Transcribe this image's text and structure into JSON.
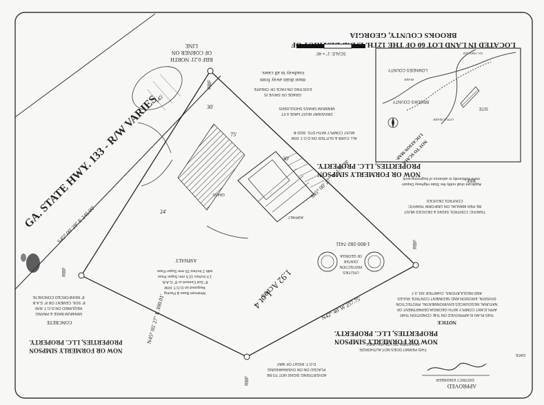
{
  "location": {
    "title_line1": "LOCATED IN LAND LOT 60 OF THE 12TH. LAND DISTRICT OF",
    "title_line2": "BROOKS COUNTY, GEORGIA"
  },
  "scale_bar": {
    "label": "SCALE: 1\" = 40'"
  },
  "vicinity_map": {
    "label_line1": "LOCATION MAP-",
    "label_line2": "NOT TO SCALE",
    "lowndes": "LOWNDES COUNTY",
    "brooks": "BROOKS COUNTY",
    "site": "SITE",
    "river1": "LITTLE RIVER",
    "river2": "RIVER",
    "road": "GA. HWY 133"
  },
  "highway": {
    "label": "GA. STATE HWY. 133 - R/W VARIES"
  },
  "parcel": {
    "lot": "Lot 4",
    "acres": "1.92 Acres",
    "bearing_left": "S45° 00' 29\" E 245.00'",
    "bearing_right": "S45° 00' 27\" W 178.38'",
    "bearing_bottom": "N42° 40' W 257.75'",
    "bearing_bottom_left": "N45° 05' 27\" E 300.01'",
    "dim_30_a": "30'",
    "dim_30_b": "30'",
    "dim_24": "24'",
    "dim_75": "75'",
    "dim_145": "145'",
    "asphalt": "ASPHALT",
    "grass": "GRASS"
  },
  "rbf": {
    "label": "RBF",
    "note_line1": "RBF 0.21' NORTH",
    "note_line2": "OF CORNER ON",
    "note_line3": "LINE"
  },
  "owners": {
    "right_line1": "NOW OR FORMERLY SIMPSON",
    "right_line2": "PROPERTIES, LLC. PROPERTY.",
    "bottom_line1": "NOW OR FORMERLY SIMPSON",
    "bottom_line2": "PROPERTIES, LLC. PROPERTY.",
    "left_line1": "NOW OR FORMERLY SIMPSON",
    "left_line2": "PROPERTIES, LLC. PROPERTY."
  },
  "notes": {
    "grade_line1": "GRADE OF DRIVE IS",
    "grade_line2": "EXISTING ON FACE OF CREATE",
    "grade_line3": "must drain away from",
    "grade_line4": "roadway in all cases.",
    "curb_line1": "ALL CURB & GUTTER ON D.O.T. R/W",
    "curb_line2": "MUST COMPLY WITH STD. 9032-B",
    "driveway_line1": "DRIVEWAY MUST HAVE 6 FT",
    "driveway_line2": "MINIMUM GRASS SHOULDERS",
    "paving_line1": "Minimum Base & Paving",
    "paving_line2": "Required on D.O.T. R/W",
    "paving_line3": "8\" Soil Cement or 8\" G.A.B.",
    "paving_line4": "1.5 Inches 12.5 mm Super Pave",
    "paving_line5": "with 2 Inches 25 mm Super Pave",
    "concrete_line1": "MINIMUM BASE & PAVING",
    "concrete_line2": "REQUIRED ON D.O.T. R/W",
    "concrete_line3": "8\" SOIL CEMENT OR 8\" G.A.B.",
    "concrete_line4": "8\" REINFORCED CONCRETE",
    "concrete_tag": "CONCRETE",
    "asphalt_tag": "ASPHALT",
    "advert_line1": "ADVERTISING SIGNS NOT TO BE",
    "advert_line2": "PLACED ON OR OVERHANGING",
    "advert_line3": "D.O.T. RIGHT OF WAY",
    "permit_line1": "THIS PERMIT DOES NOT AUTHORIZE",
    "permit_line2": "ANY WORK TO UTILITY LINES",
    "notice_title": "NOTICE",
    "notice_line1": "THIS PLAN IS APPROVED ON THE CONDITION THAT",
    "notice_line2": "APPLICANT COMPLY WITH GEORGIA DEPARTMENT OF",
    "notice_line3": "NATURAL RESOURCES ENVIRONMENTAL PROTECTION",
    "notice_line4": "DIVISION, EROSION AND SEDIMENT CONTROL RULES",
    "notice_line5": "AND REGULATIONS, CHAPTER 391-3-7",
    "traffic_line1": "TRAFFIC CONTROL SIGNS & DEVICES MUST",
    "traffic_line2": "BE PER MANUAL ON UNIFORM TRAFFIC",
    "traffic_line3": "CONTROL DEVICES",
    "applicant_line1": "Applicant shall notify the State Highway Depart-",
    "applicant_line2": "ment sufficiently in advance of beginning work"
  },
  "utilities": {
    "phone": "1-800-282-7411",
    "logo_text_line1": "UTILITIES",
    "logo_text_line2": "PROTECTION",
    "logo_text_line3": "CENTER",
    "logo_text_line4": "OF GEORGIA"
  },
  "approval": {
    "label": "APPROVED",
    "engineer": "DISTRICT ENGINEER",
    "date_label": "DATE"
  }
}
